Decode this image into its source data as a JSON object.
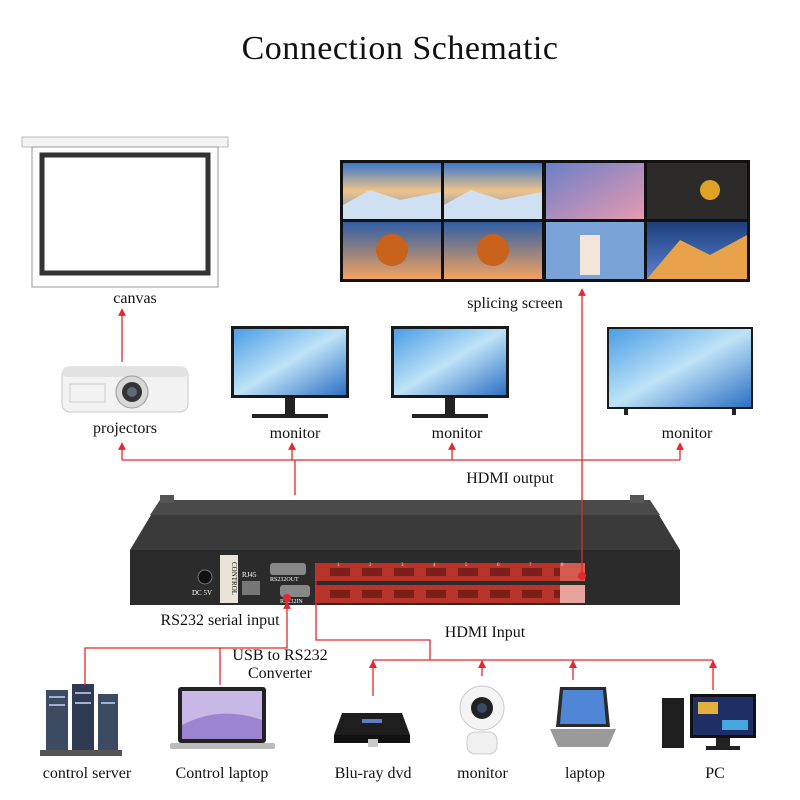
{
  "title": "Connection Schematic",
  "outputs": {
    "canvas": "canvas",
    "splicing_screen": "splicing screen",
    "projectors": "projectors",
    "monitor_1": "monitor",
    "monitor_2": "monitor",
    "monitor_3": "monitor",
    "hdmi_output": "HDMI output"
  },
  "device": {
    "control_tag": "CONTROL",
    "rj45": "RJ45",
    "rs232_out": "RS232OUT",
    "rs232_in": "RS232IN",
    "dc": "DC 5V",
    "port_numbers": [
      "1",
      "2",
      "3",
      "4",
      "5",
      "6",
      "7",
      "8"
    ]
  },
  "inputs": {
    "rs232_serial_input": "RS232 serial input",
    "hdmi_input": "HDMI Input",
    "usb_converter_line1": "USB to RS232",
    "usb_converter_line2": "Converter",
    "control_server": "control server",
    "control_laptop": "Control laptop",
    "bluray": "Blu-ray dvd",
    "monitor": "monitor",
    "laptop": "laptop",
    "pc": "PC"
  },
  "colors": {
    "wire": "#e8262b",
    "device_body": "#2b2b2b",
    "panel": "#b8332a"
  }
}
